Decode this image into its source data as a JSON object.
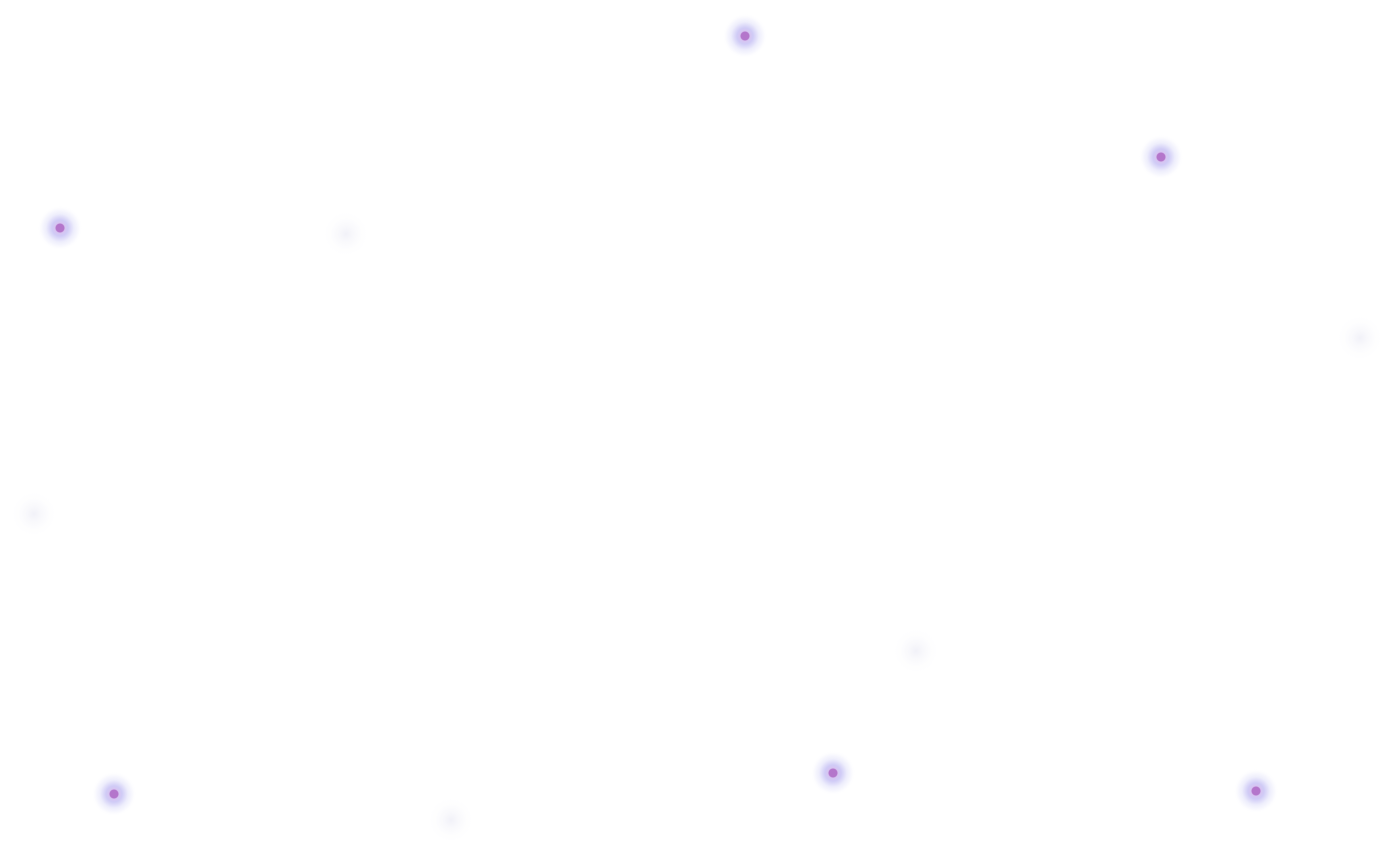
{
  "background_color": "#ffffff",
  "particle_colors": {
    "core": "#b06ec8",
    "glow": "#9690eb",
    "faint": "#e1e1f0"
  },
  "particles": [
    {
      "kind": "bright"
    },
    {
      "kind": "bright"
    },
    {
      "kind": "bright"
    },
    {
      "kind": "faint"
    },
    {
      "kind": "faint"
    },
    {
      "kind": "faint"
    },
    {
      "kind": "faint"
    },
    {
      "kind": "bright"
    },
    {
      "kind": "bright"
    },
    {
      "kind": "bright"
    },
    {
      "kind": "faint"
    }
  ]
}
